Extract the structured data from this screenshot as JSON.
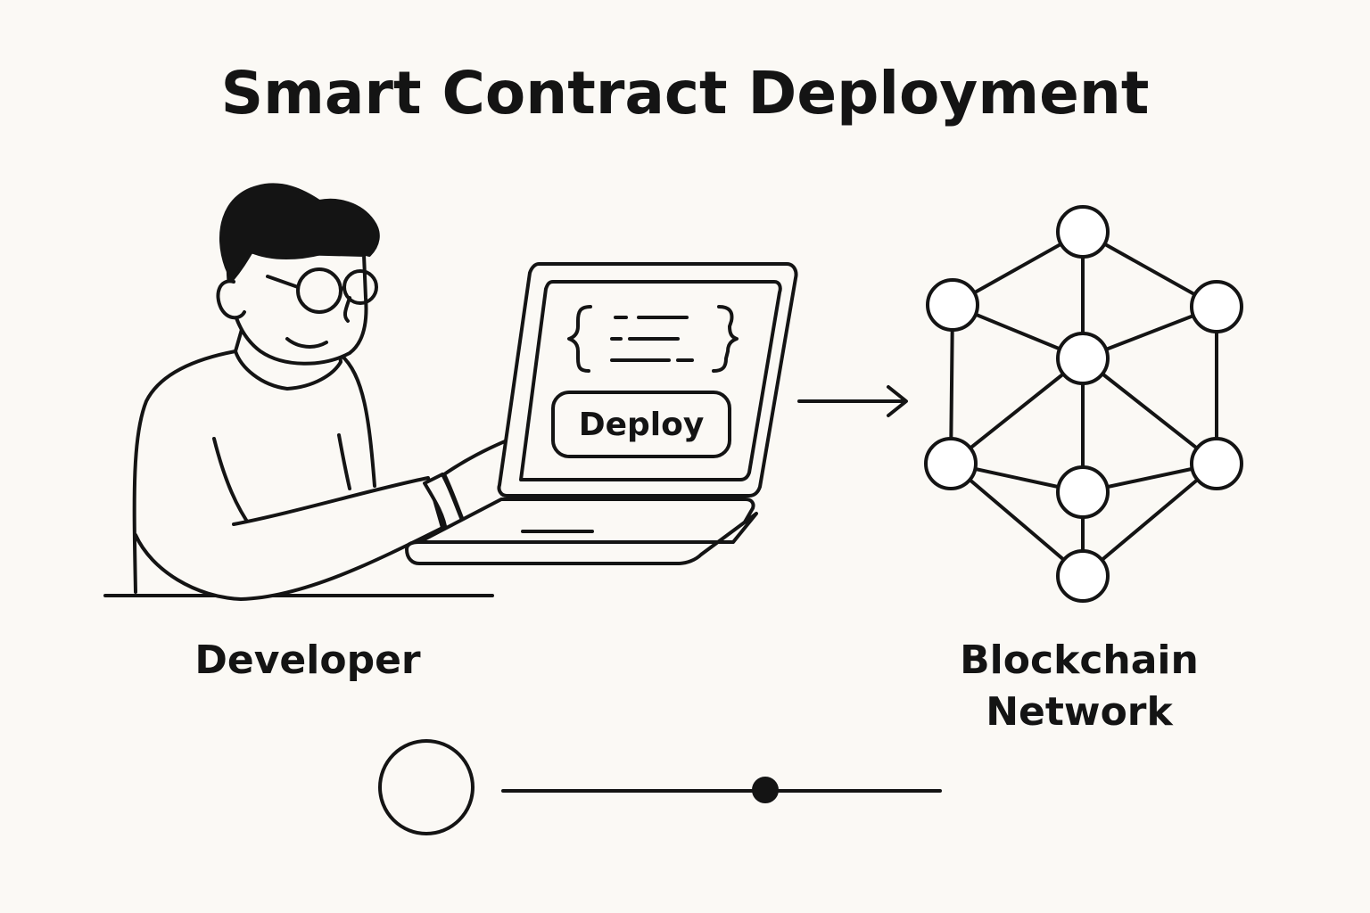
{
  "title": "Smart Contract Deployment",
  "developer": {
    "label": "Developer",
    "icon": "developer-illustration"
  },
  "laptop": {
    "icon": "laptop-icon",
    "code_icon": "code-braces-icon",
    "button_label": "Deploy"
  },
  "network": {
    "label_line1": "Blockchain",
    "label_line2": "Network",
    "icon": "network-graph-icon"
  },
  "flow": {
    "arrow_icon": "arrow-right-icon"
  },
  "progress": {
    "icon": "timeline-slider",
    "value": 0.6
  },
  "colors": {
    "background": "#fbf9f5",
    "ink": "#141414",
    "fill": "#ffffff"
  }
}
